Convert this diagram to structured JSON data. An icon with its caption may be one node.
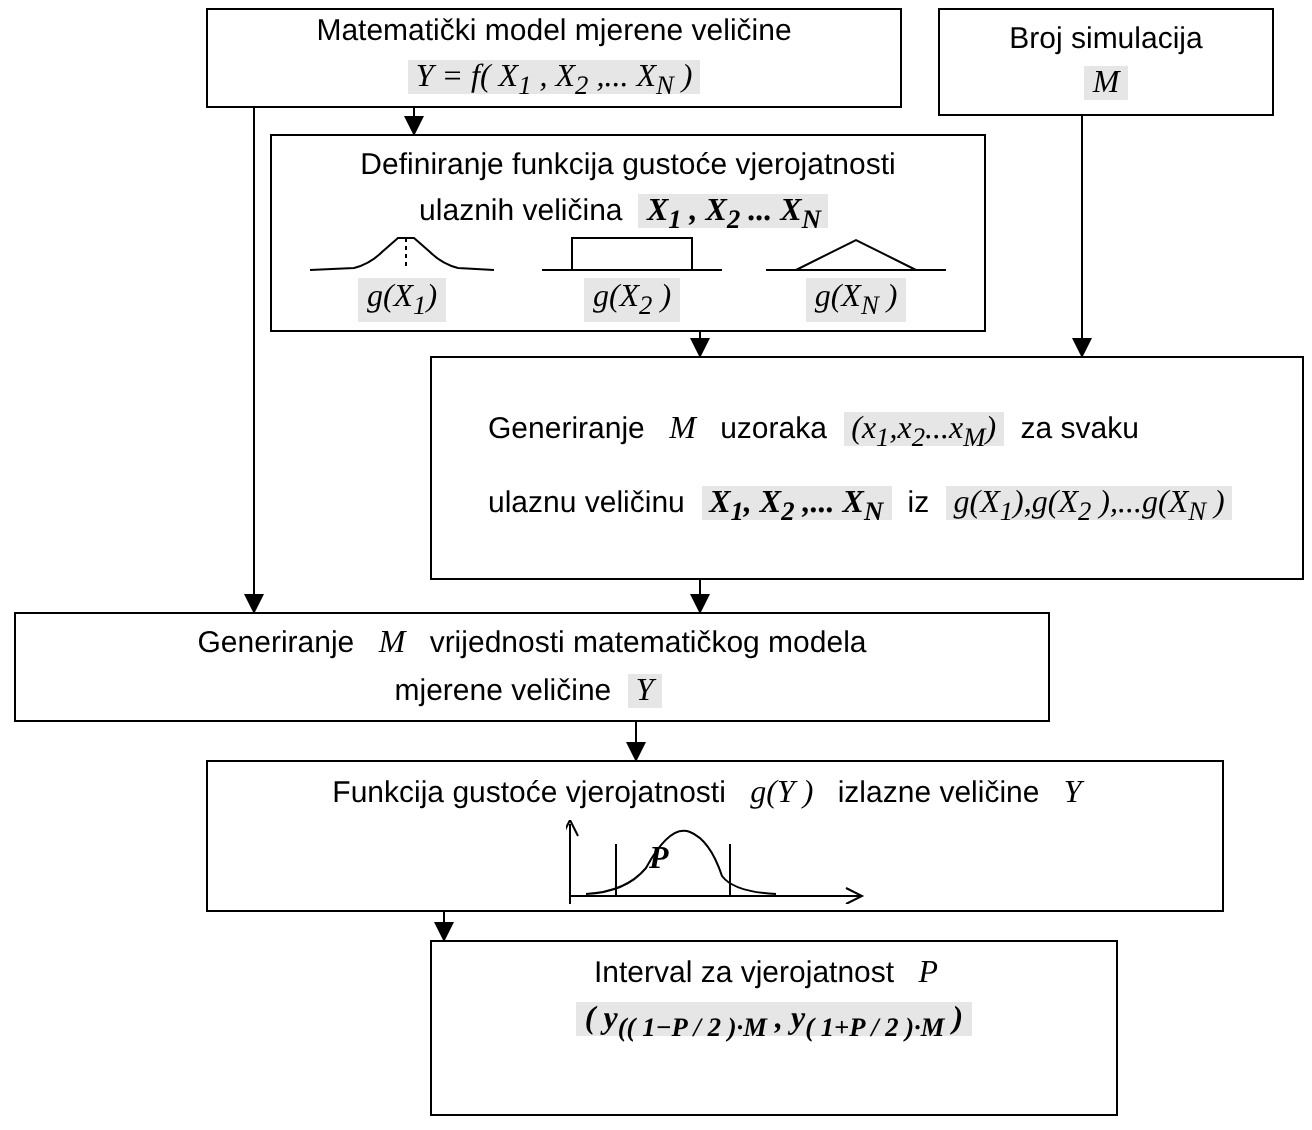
{
  "diagram": {
    "nodes": [
      {
        "text": [
          "Matematički model mjerene veličine",
          "Y = f( X$_{1}$ , X$_{2}$ ,... X$_{N}$ )"
        ]
      },
      {
        "text": [
          "Broj simulacija",
          "M"
        ]
      },
      {
        "text": [
          "Definiranje funkcija gustoće vjerojatnosti ulaznih veličina",
          "X$_{1}$ , X$_{2}$ ... X$_{N}$",
          "g(X$_{1}$)",
          "g(X$_{2}$ )",
          "g(X$_{N}$ )"
        ]
      },
      {
        "text": [
          "Generiranje",
          "M",
          "uzoraka",
          "(x$_{1}$,x$_{2}$...x$_{M}$)",
          "za svaku",
          "ulaznu veličinu",
          "X$_{1}$, X$_{2}$ ,... X$_{N}$",
          "iz",
          "g(X$_{1}$),g(X$_{2}$ ),...g(X$_{N}$ )"
        ]
      },
      {
        "text": [
          "Generiranje",
          "M",
          "vrijednosti matematičkog modela mjerene veličine",
          "Y"
        ]
      },
      {
        "text": [
          "Funkcija gustoće vjerojatnosti",
          "g(Y )",
          "izlazne veličine",
          "Y",
          "P"
        ]
      },
      {
        "text": [
          "Interval za vjerojatnost",
          "P",
          "( y$_{(( 1−P / 2 )·M}$ ,  y$_{( 1+P / 2 )·M}$ )"
        ]
      }
    ],
    "edges": [
      {
        "from": 0,
        "to": 2,
        "arrow": "to"
      },
      {
        "from": 0,
        "to": 4,
        "arrow": "to"
      },
      {
        "from": 1,
        "to": 3,
        "arrow": "to"
      },
      {
        "from": 2,
        "to": 3,
        "arrow": "to"
      },
      {
        "from": 3,
        "to": 4,
        "arrow": "to"
      },
      {
        "from": 4,
        "to": 5,
        "arrow": "to"
      },
      {
        "from": 5,
        "to": 6,
        "arrow": "to"
      }
    ]
  }
}
